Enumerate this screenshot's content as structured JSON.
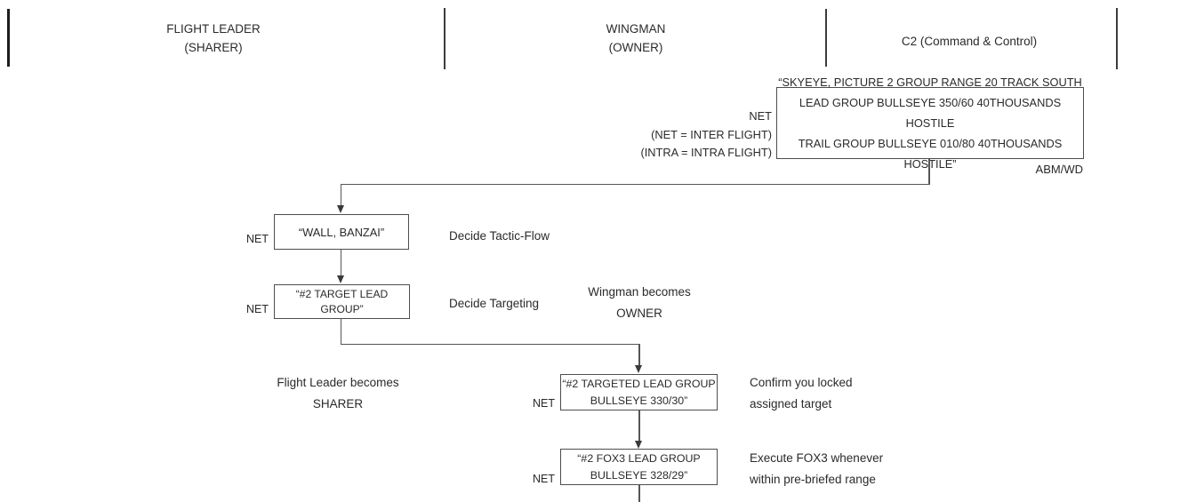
{
  "lanes": {
    "flight_leader": {
      "line1": "FLIGHT LEADER",
      "line2": "(SHARER)"
    },
    "wingman": {
      "line1": "WINGMAN",
      "line2": "(OWNER)"
    },
    "c2": {
      "line1": "C2 (Command & Control)"
    }
  },
  "c2_message": {
    "line1": "“SKYEYE, PICTURE 2 GROUP RANGE 20 TRACK SOUTH",
    "line2": "LEAD GROUP BULLSEYE 350/60 40THOUSANDS HOSTILE",
    "line3": "TRAIL GROUP BULLSEYE 010/80 40THOUSANDS HOSTILE”",
    "sender": "ABM/WD"
  },
  "net_legend": {
    "line1": "NET",
    "line2": "(NET = INTER FLIGHT)",
    "line3": "(INTRA = INTRA FLIGHT)"
  },
  "nodes": {
    "wall": {
      "label": "“WALL, BANZAI”",
      "net": "NET",
      "annotation": "Decide Tactic-Flow"
    },
    "target": {
      "label": "“#2 TARGET LEAD GROUP”",
      "net": "NET",
      "annotation": "Decide Targeting",
      "note_line1": "Wingman becomes",
      "note_line2": "OWNER"
    },
    "targeted": {
      "line1": "“#2 TARGETED LEAD GROUP",
      "line2": "BULLSEYE 330/30”",
      "net": "NET",
      "annotation_line1": "Confirm you locked",
      "annotation_line2": "assigned target",
      "note_line1": "Flight Leader becomes",
      "note_line2": "SHARER"
    },
    "fox3": {
      "line1": "“#2 FOX3 LEAD GROUP",
      "line2": "BULLSEYE 328/29”",
      "net": "NET",
      "annotation_line1": "Execute FOX3 whenever",
      "annotation_line2": "within pre-briefed range"
    }
  },
  "colors": {
    "background": "#ffffff",
    "line": "#565656",
    "text": "#2b2a2a"
  }
}
